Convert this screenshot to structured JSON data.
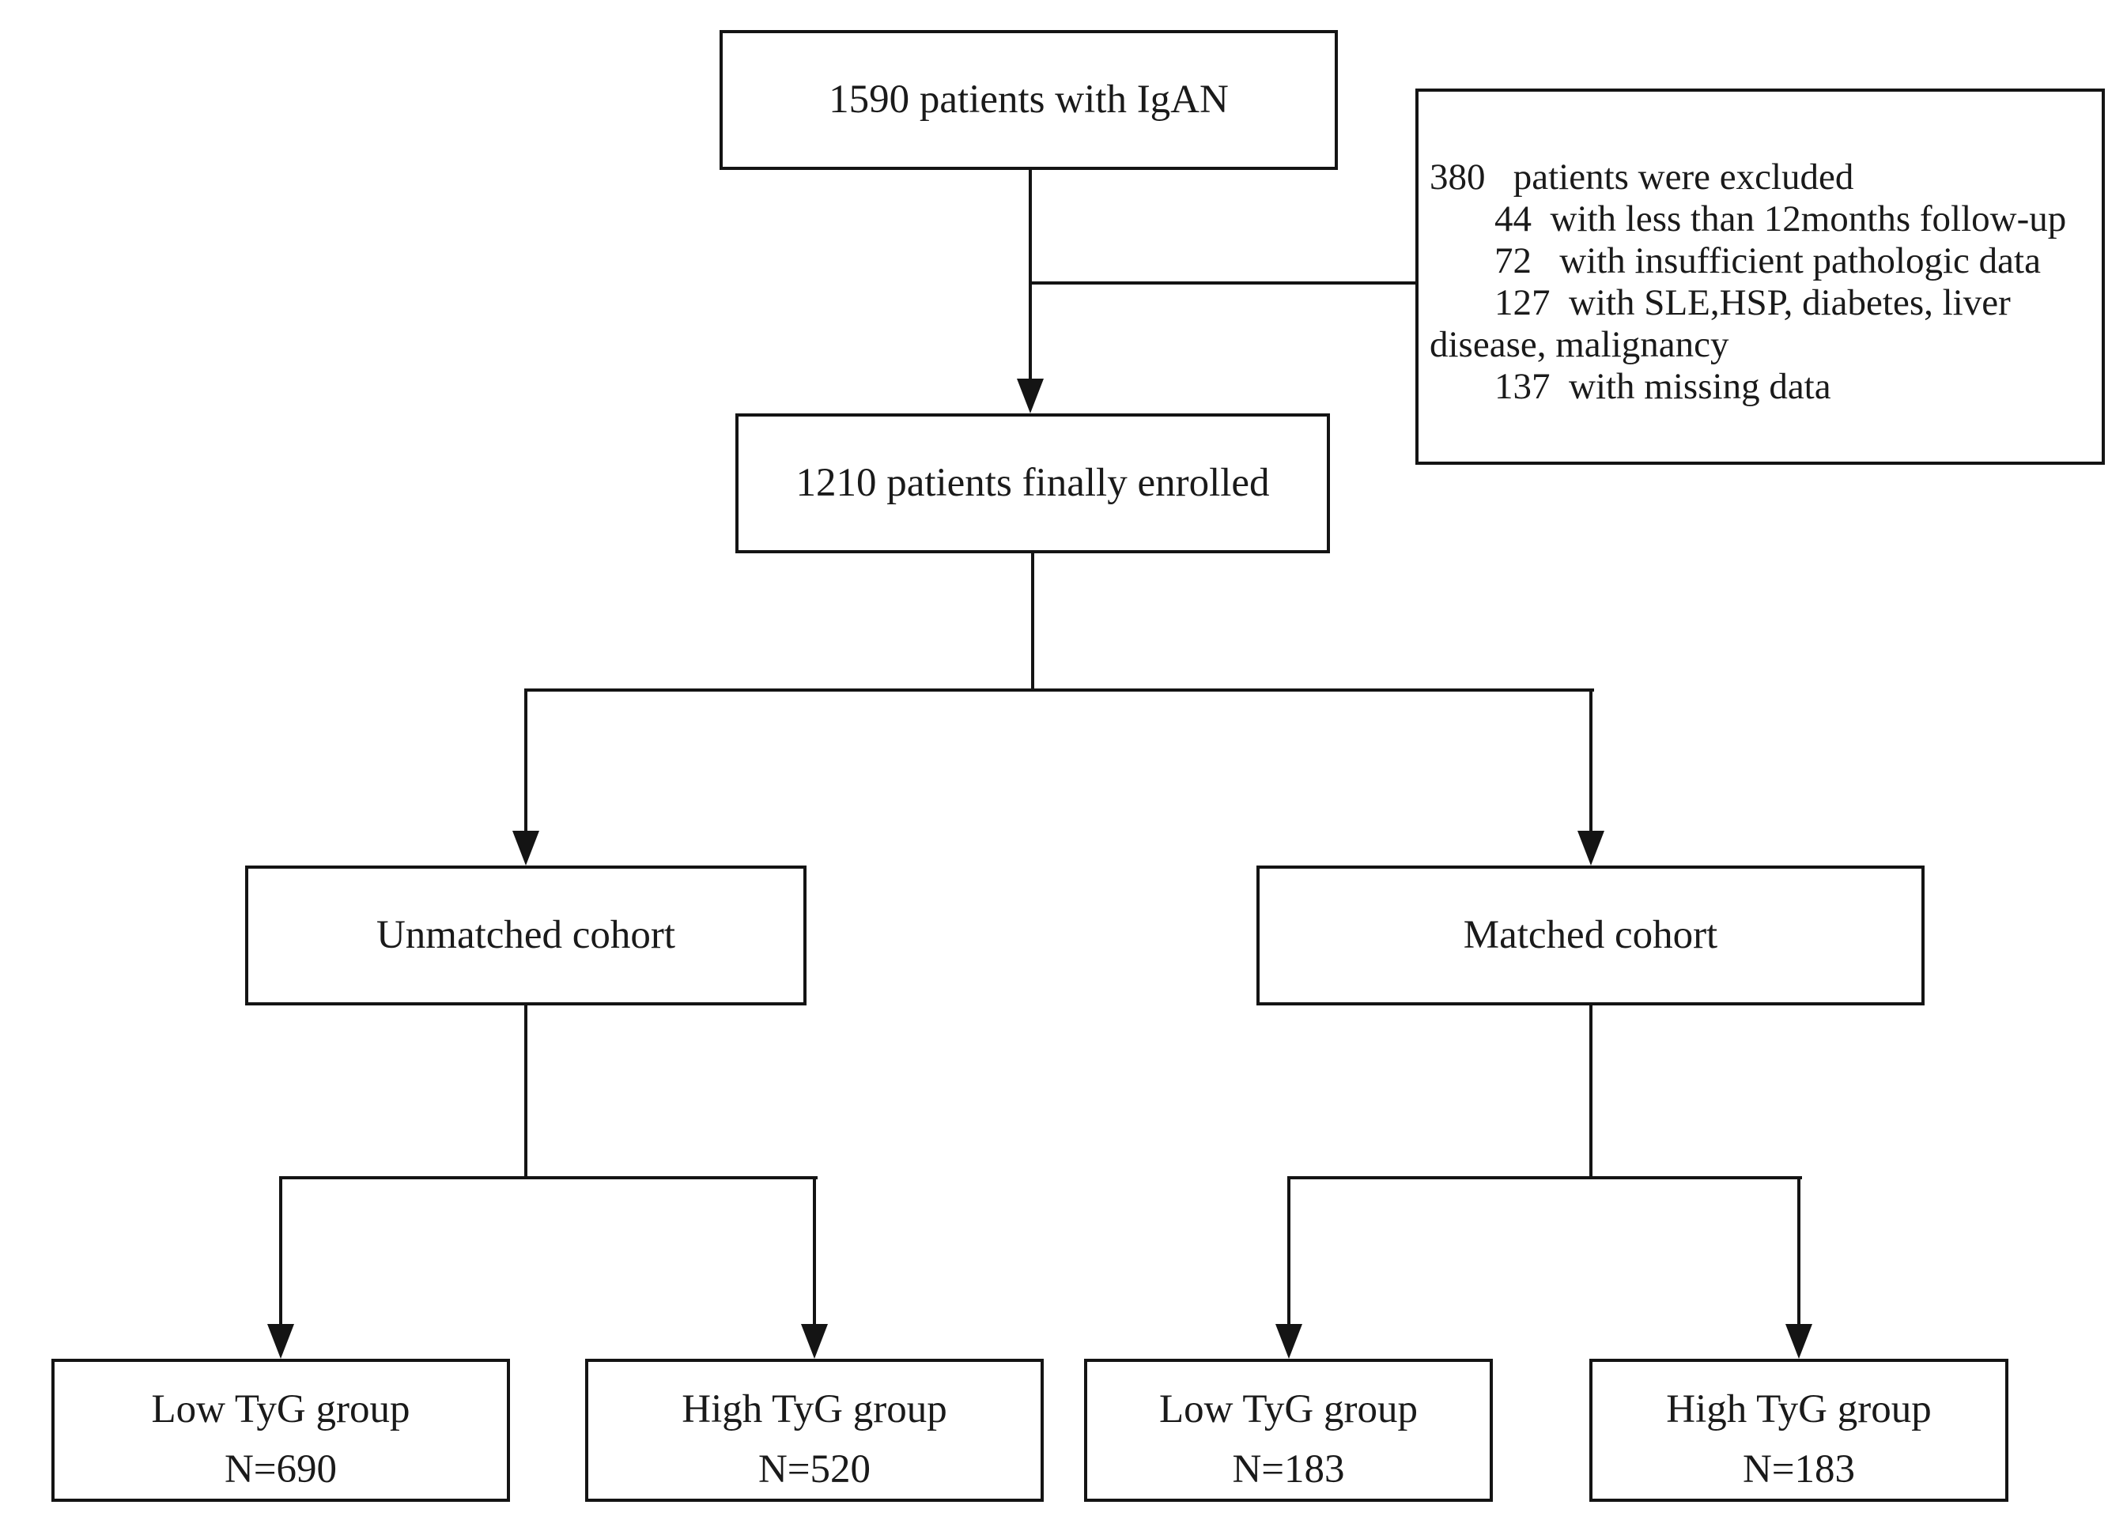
{
  "flowchart": {
    "colors": {
      "ink": "#141414",
      "text": "#1a1a1a",
      "background": "#ffffff"
    },
    "top_box": {
      "label": "1590 patients with IgAN"
    },
    "exclusion_box": {
      "lines": [
        "380   patients were excluded",
        "44  with less than 12months follow-up",
        "72   with insufficient pathologic data",
        "127  with SLE,HSP, diabetes, liver",
        "disease, malignancy",
        "137  with missing data"
      ]
    },
    "enrolled_box": {
      "label": "1210 patients finally enrolled"
    },
    "unmatched_box": {
      "label": "Unmatched cohort"
    },
    "matched_box": {
      "label": "Matched cohort"
    },
    "unmatched_low_box": {
      "line1": "Low TyG group",
      "line2": "N=690"
    },
    "unmatched_high_box": {
      "line1": "High TyG group",
      "line2": "N=520"
    },
    "matched_low_box": {
      "line1": "Low TyG group",
      "line2": "N=183"
    },
    "matched_high_box": {
      "line1": "High TyG group",
      "line2": "N=183"
    }
  }
}
